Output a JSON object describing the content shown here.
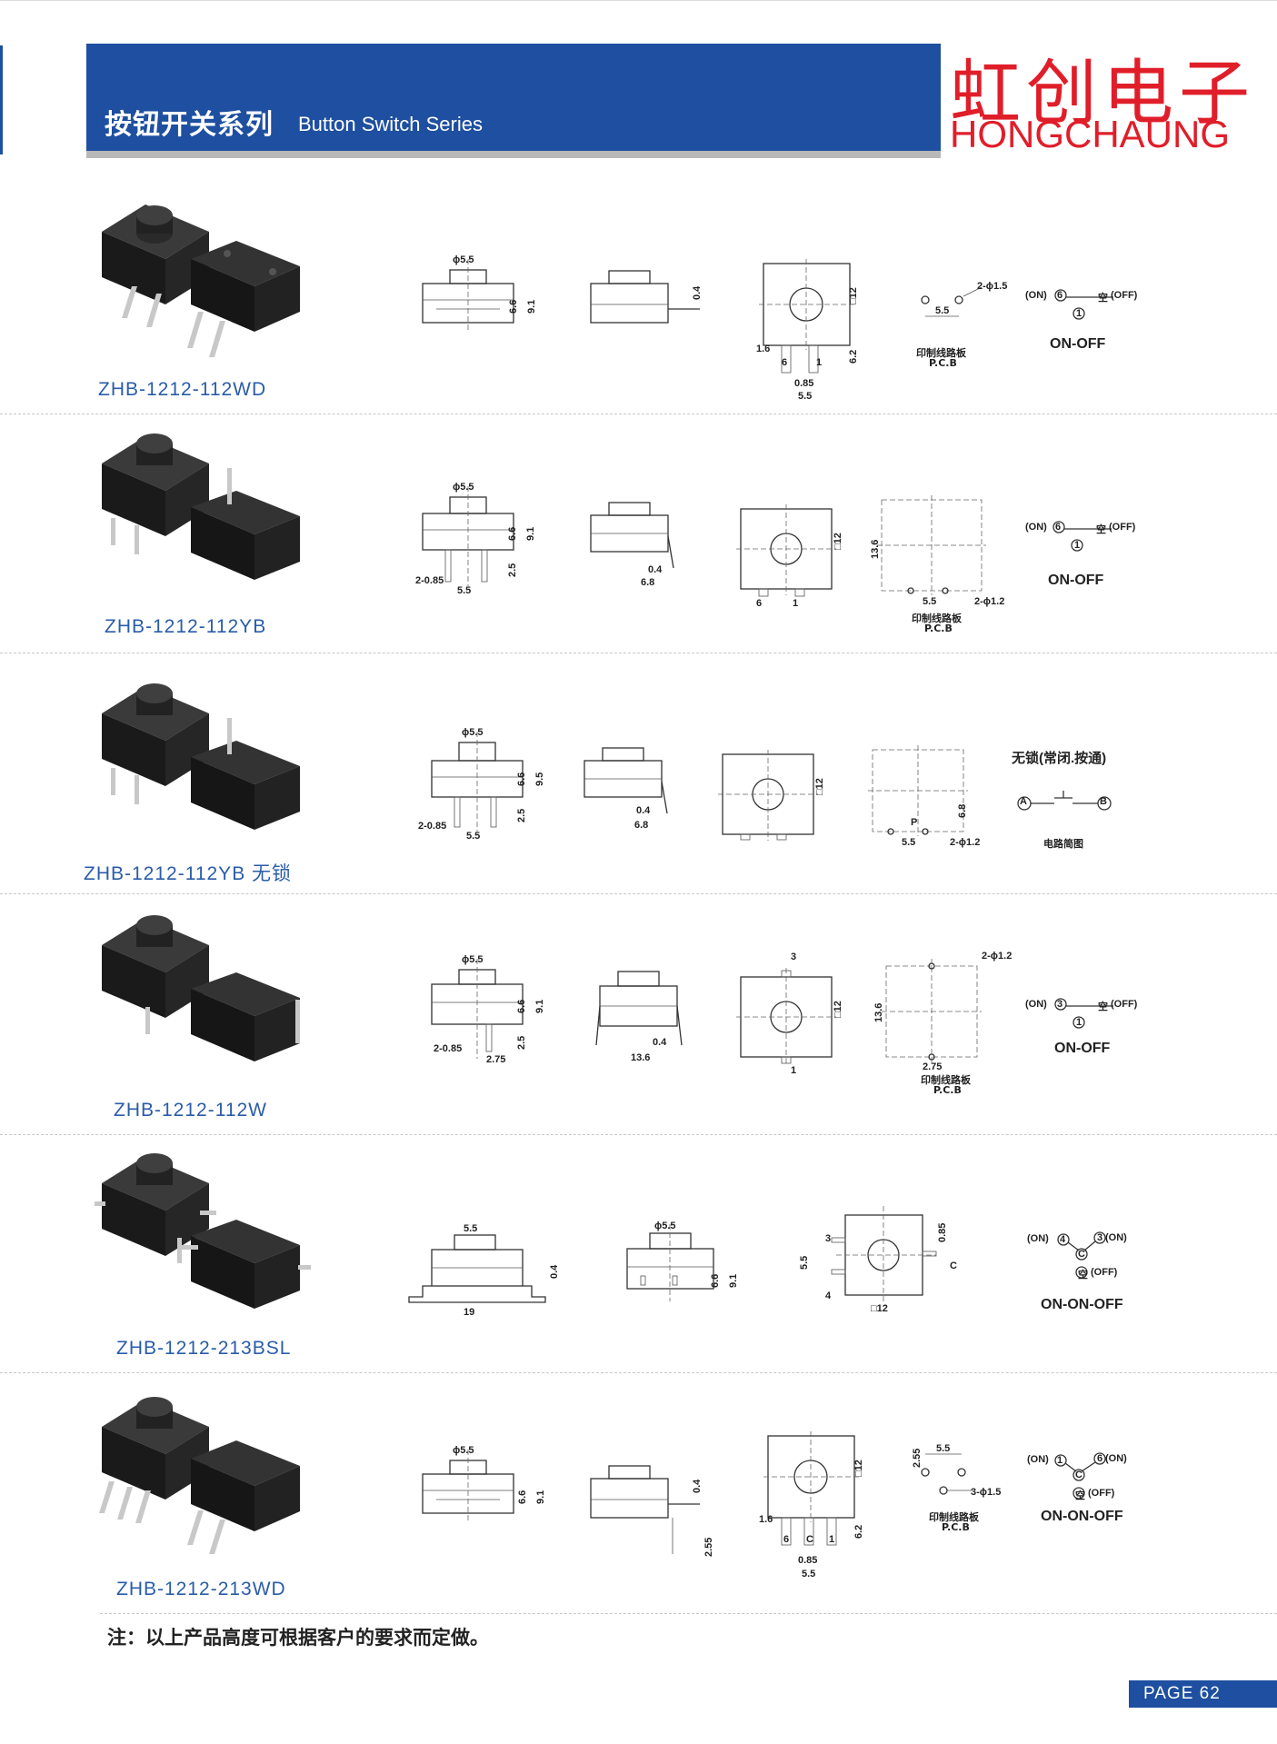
{
  "header": {
    "title_cn": "按钮开关系列",
    "title_en": "Button Switch Series",
    "brand_cn": "虹创电子",
    "brand_en": "HONGCHAUNG"
  },
  "common": {
    "pcb_cn": "印制线路板",
    "pcb_en": "P.C.B",
    "on": "(ON)",
    "off": "(OFF)",
    "empty": "空"
  },
  "products": [
    {
      "model": "ZHB-1212-112WD",
      "circuit": "ON-OFF",
      "dims": {
        "d": "ϕ5.5",
        "h1": "6.6",
        "h2": "9.1",
        "t": "0.4",
        "w": "□12",
        "p1": "1.6",
        "p2": "6.2",
        "p3": "0.85",
        "p4": "5.5",
        "pcb_holes": "2-ϕ1.5",
        "pcb_pitch": "5.5"
      },
      "pins": [
        "6",
        "1"
      ]
    },
    {
      "model": "ZHB-1212-112YB",
      "circuit": "ON-OFF",
      "dims": {
        "d": "ϕ5.5",
        "h1": "6.6",
        "h2": "9.1",
        "h3": "2.5",
        "p0": "2-0.85",
        "p1": "5.5",
        "t": "0.4",
        "w1": "6.8",
        "w": "□12",
        "s": "13.6",
        "pcb_pitch": "5.5",
        "pcb_holes": "2-ϕ1.2"
      },
      "pins": [
        "6",
        "1"
      ]
    },
    {
      "model": "ZHB-1212-112YB 无锁",
      "circuit": "无锁(常闭.按通)",
      "circuit_sub": "电路简图",
      "dims": {
        "d": "ϕ5.5",
        "h1": "6.6",
        "h2": "9.5",
        "h3": "2.5",
        "p0": "2-0.85",
        "p1": "5.5",
        "t": "0.4",
        "w1": "6.8",
        "w": "□12",
        "h4": "6.8",
        "pcb_pitch": "5.5",
        "pcb_holes": "2-ϕ1.2",
        "p": "P"
      },
      "pins": [
        "A",
        "B"
      ]
    },
    {
      "model": "ZHB-1212-112W",
      "circuit": "ON-OFF",
      "dims": {
        "d": "ϕ5.5",
        "h1": "6.6",
        "h2": "9.1",
        "h3": "2.5",
        "p0": "2-0.85",
        "p1": "2.75",
        "t": "0.4",
        "w1": "13.6",
        "w": "□12",
        "s": "13.6",
        "pcb_pitch": "2.75",
        "pcb_holes": "2-ϕ1.2"
      },
      "pins": [
        "3",
        "1"
      ]
    },
    {
      "model": "ZHB-1212-213BSL",
      "circuit": "ON-ON-OFF",
      "dims": {
        "d1": "5.5",
        "t": "0.4",
        "w1": "19",
        "d": "ϕ5.5",
        "h1": "6.6",
        "h2": "9.1",
        "s1": "5.5",
        "t2": "0.85",
        "w": "□12"
      },
      "pins": [
        "4",
        "3",
        "C"
      ]
    },
    {
      "model": "ZHB-1212-213WD",
      "circuit": "ON-ON-OFF",
      "dims": {
        "d": "ϕ5.5",
        "h1": "6.6",
        "h2": "9.1",
        "t": "0.4",
        "t2": "2.55",
        "w": "□12",
        "p1": "1.6",
        "p2": "6.2",
        "p3": "0.85",
        "p4": "5.5",
        "pcb_v": "2.55",
        "pcb_pitch": "5.5",
        "pcb_holes": "3-ϕ1.5"
      },
      "pins": [
        "1",
        "6",
        "C"
      ]
    }
  ],
  "footer": {
    "note": "注：以上产品高度可根据客户的要求而定做。",
    "page": "PAGE 62"
  },
  "colors": {
    "brand_blue": "#1e4fa0",
    "brand_red": "#e01e2a",
    "model_blue": "#2a5caa"
  }
}
